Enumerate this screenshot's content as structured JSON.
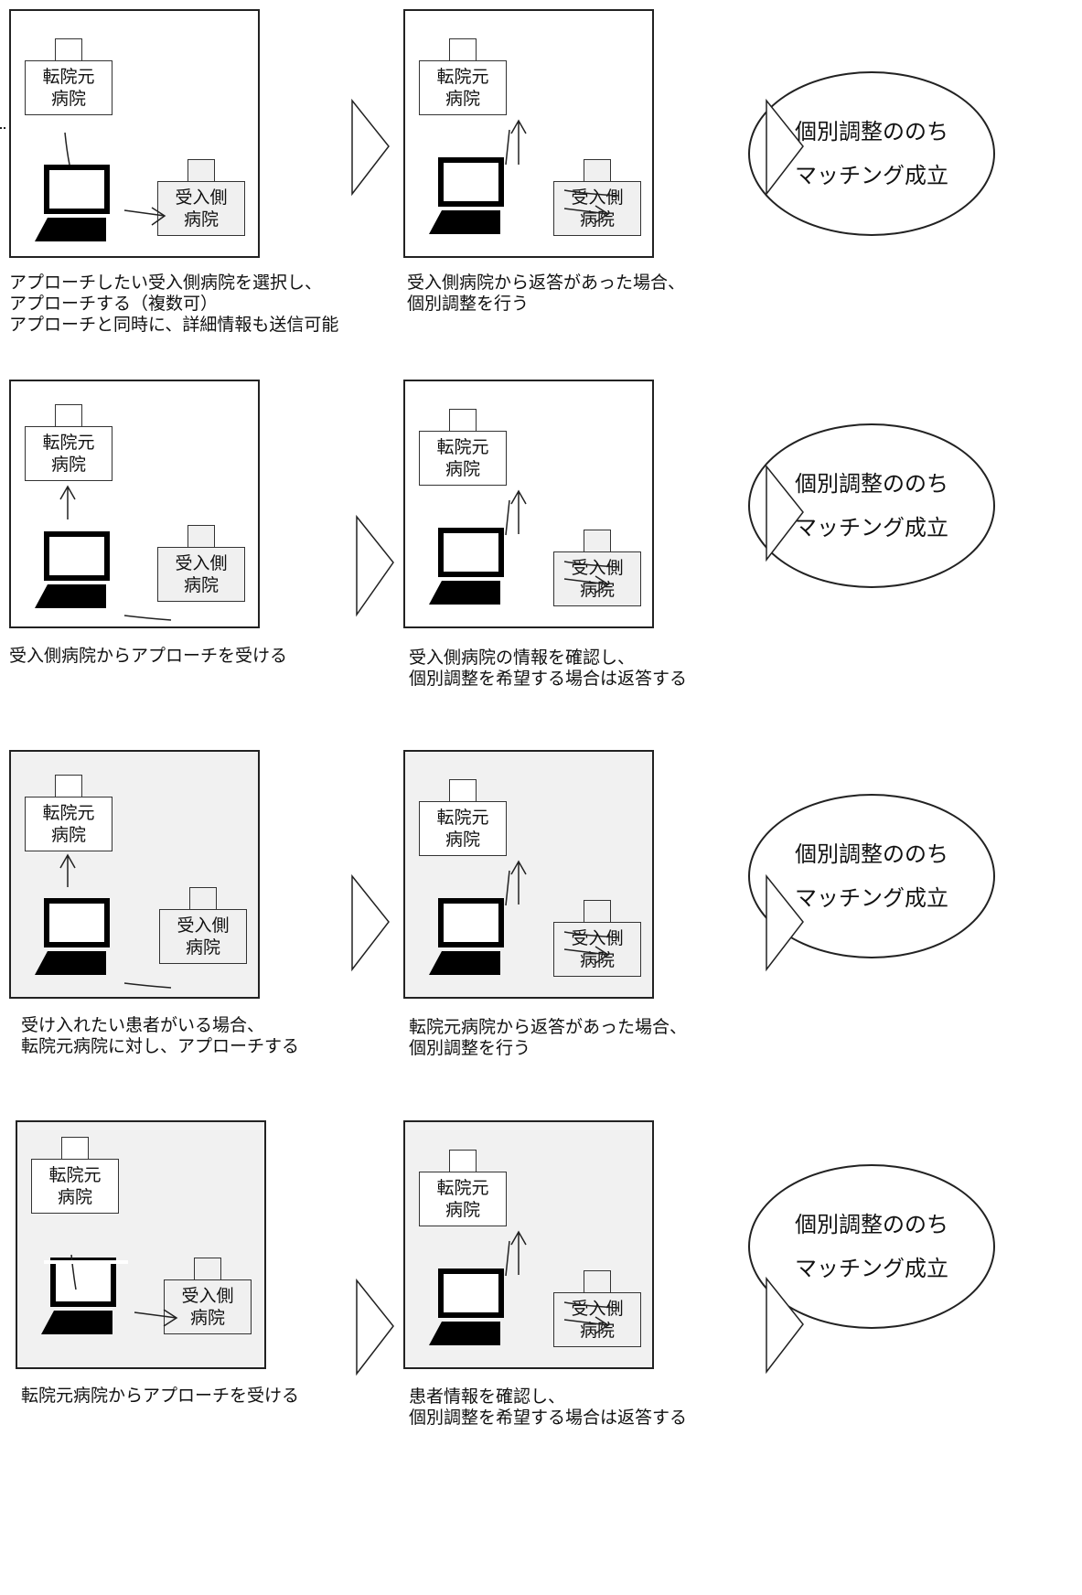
{
  "labels": {
    "source_hospital_line1": "転院元",
    "source_hospital_line2": "病院",
    "receiving_hospital_line1": "受入側",
    "receiving_hospital_line2": "病院",
    "result_line1": "個別調整ののち",
    "result_line2": "マッチング成立"
  },
  "rows": [
    {
      "left_caption": [
        "アプローチしたい受入側病院を選択し、",
        "アプローチする（複数可）",
        "アプローチと同時に、詳細情報も送信可能"
      ],
      "right_caption": [
        "受入側病院から返答があった場合、",
        "個別調整を行う"
      ]
    },
    {
      "left_caption": [
        "受入側病院からアプローチを受ける"
      ],
      "right_caption": [
        "受入側病院の情報を確認し、",
        "個別調整を希望する場合は返答する"
      ]
    },
    {
      "left_caption": [
        "受け入れたい患者がいる場合、",
        "転院元病院に対し、アプローチする"
      ],
      "right_caption": [
        "転院元病院から返答があった場合、",
        "個別調整を行う"
      ]
    },
    {
      "left_caption": [
        "転院元病院からアプローチを受ける"
      ],
      "right_caption": [
        "患者情報を確認し、",
        "個別調整を希望する場合は返答する"
      ]
    }
  ]
}
